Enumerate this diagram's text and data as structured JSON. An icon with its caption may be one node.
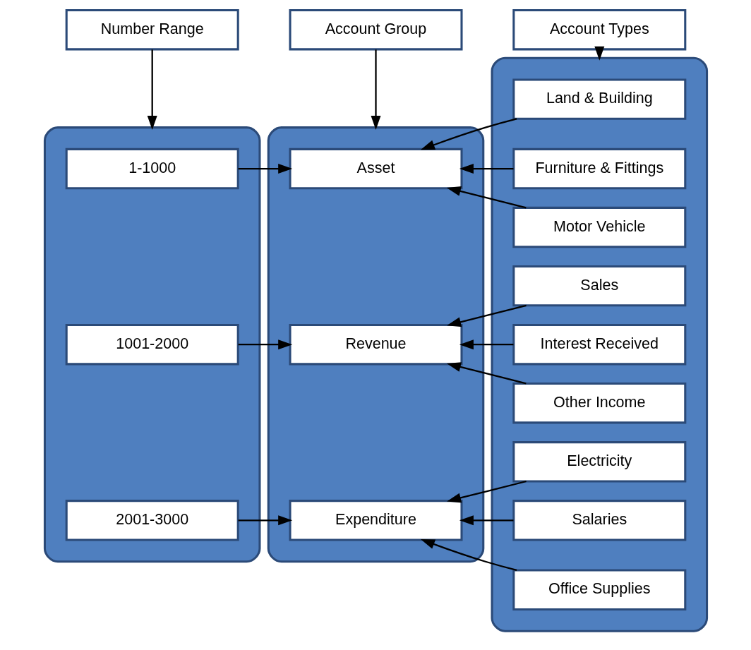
{
  "diagram": {
    "nodes": [
      {
        "text": [
          "Number Range"
        ]
      },
      {
        "text": [
          "Account Group"
        ]
      },
      {
        "text": [
          "Account Types"
        ]
      },
      {
        "text": [],
        "shape": "box"
      },
      {
        "text": [
          "1-1000"
        ],
        "in": 3
      },
      {
        "text": [
          "1001-2000"
        ],
        "in": 3
      },
      {
        "text": [
          "2001-3000"
        ],
        "in": 3
      },
      {
        "text": [],
        "shape": "box"
      },
      {
        "text": [
          "Asset"
        ],
        "in": 7
      },
      {
        "text": [
          "Revenue"
        ],
        "in": 7
      },
      {
        "text": [
          "Expenditure"
        ],
        "in": 7
      },
      {
        "text": [],
        "shape": "box"
      },
      {
        "text": [
          "Land & Building"
        ],
        "in": 11
      },
      {
        "text": [
          "Furniture & Fittings"
        ],
        "in": 11
      },
      {
        "text": [
          "Motor Vehicle"
        ],
        "in": 11
      },
      {
        "text": [
          "Sales"
        ],
        "in": 11
      },
      {
        "text": [
          "Interest Received"
        ],
        "in": 11
      },
      {
        "text": [
          "Other Income"
        ],
        "in": 11
      },
      {
        "text": [
          "Electricity"
        ],
        "in": 11
      },
      {
        "text": [
          "Salaries"
        ],
        "in": 11
      },
      {
        "text": [
          "Office Supplies"
        ],
        "in": 11
      }
    ],
    "edges": [
      {
        "from": 0,
        "to": 3,
        "arrow": "to"
      },
      {
        "from": 1,
        "to": 7,
        "arrow": "to"
      },
      {
        "from": 2,
        "to": 11,
        "arrow": "to"
      },
      {
        "from": 4,
        "to": 8,
        "arrow": "to"
      },
      {
        "from": 5,
        "to": 9,
        "arrow": "to"
      },
      {
        "from": 6,
        "to": 10,
        "arrow": "to"
      },
      {
        "from": 12,
        "to": 8,
        "arrow": "to"
      },
      {
        "from": 13,
        "to": 8,
        "arrow": "to"
      },
      {
        "from": 14,
        "to": 8,
        "arrow": "to"
      },
      {
        "from": 15,
        "to": 9,
        "arrow": "to"
      },
      {
        "from": 16,
        "to": 9,
        "arrow": "to"
      },
      {
        "from": 17,
        "to": 9,
        "arrow": "to"
      },
      {
        "from": 18,
        "to": 10,
        "arrow": "to"
      },
      {
        "from": 19,
        "to": 10,
        "arrow": "to"
      },
      {
        "from": 20,
        "to": 10,
        "arrow": "to"
      }
    ]
  }
}
